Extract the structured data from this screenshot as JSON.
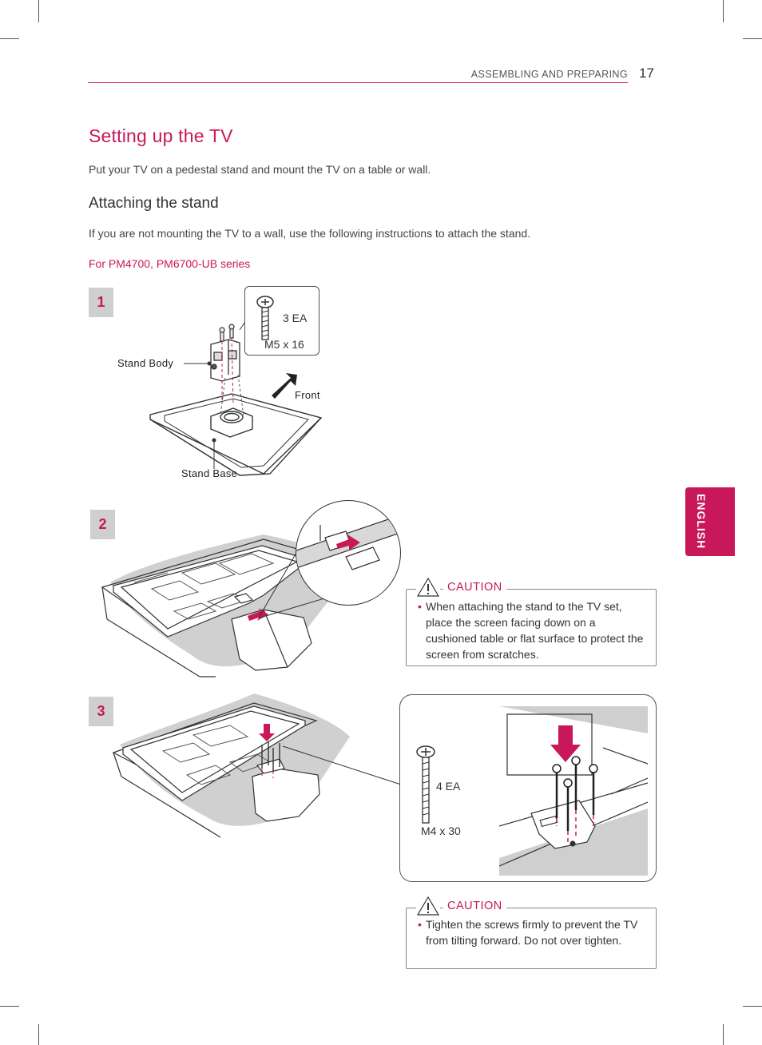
{
  "header": {
    "section": "ASSEMBLING AND PREPARING",
    "page_number": "17"
  },
  "title": "Setting up the TV",
  "intro": "Put your TV on a pedestal stand and mount the TV on a table or wall.",
  "subtitle": "Attaching the stand",
  "instruction": "If you are not mounting the TV to a wall, use the following instructions to attach the stand.",
  "series": "For PM4700, PM6700-UB series",
  "side_tab": "ENGLISH",
  "steps": [
    {
      "number": "1",
      "screw_qty": "3 EA",
      "screw_size": "M5 x 16",
      "labels": {
        "stand_body": "Stand Body",
        "front": "Front",
        "stand_base": "Stand Base"
      }
    },
    {
      "number": "2",
      "caution_title": "CAUTION",
      "caution_bullet": "•",
      "caution_text": "When attaching the stand to the TV set, place the screen facing down on a cushioned table or flat surface to protect the screen from scratches."
    },
    {
      "number": "3",
      "screw_qty": "4 EA",
      "screw_size": "M4 x 30",
      "caution_title": "CAUTION",
      "caution_bullet": "•",
      "caution_text": "Tighten the screws firmly to prevent the TV from tilting forward. Do not over tighten."
    }
  ],
  "colors": {
    "accent": "#c8185a",
    "step_badge": "#cfcfcf",
    "cushion": "#d0d0d0"
  }
}
